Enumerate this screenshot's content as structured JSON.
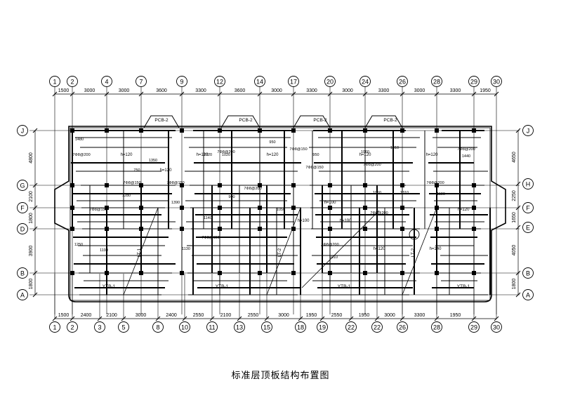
{
  "title": "标准层顶板结构布置图",
  "axes_top": [
    "1",
    "2",
    "4",
    "7",
    "9",
    "12",
    "14",
    "17",
    "20",
    "24",
    "26",
    "28",
    "29",
    "30"
  ],
  "dims_top": [
    "1500",
    "3000",
    "3000",
    "3600",
    "3300",
    "3600",
    "3000",
    "3300",
    "3000",
    "3300",
    "3000",
    "3300",
    "1950"
  ],
  "axes_bottom": [
    "1",
    "2",
    "3",
    "5",
    "8",
    "10",
    "11",
    "13",
    "15",
    "18",
    "19",
    "22",
    "22",
    "26",
    "28",
    "29",
    "30"
  ],
  "dims_bottom": [
    "1500",
    "2400",
    "2100",
    "3000",
    "2400",
    "2550",
    "2100",
    "2550",
    "3000",
    "1950",
    "2550",
    "1950",
    "3000",
    "3300",
    "1950"
  ],
  "axes_left": [
    "J",
    "G",
    "F",
    "D",
    "B",
    "A"
  ],
  "dims_left": [
    "4800",
    "2100",
    "1800",
    "3900",
    "1800"
  ],
  "axes_right": [
    "J",
    "H",
    "F",
    "E",
    "B",
    "A"
  ],
  "dims_right": [
    "4650",
    "2250",
    "1650",
    "4050",
    "1800"
  ],
  "slab_labels": {
    "pcb": [
      "PCB-2",
      "PCB-2",
      "PCB-2",
      "PCB-2"
    ],
    "ytb": [
      "YTB-1",
      "YTB-1",
      "YTB-1",
      "YTB-1"
    ],
    "stair": [
      "LT-1",
      "LT-2",
      "LT-2",
      "LT-3"
    ],
    "thickness": [
      "h=120",
      "h=120",
      "h=120",
      "h=120",
      "h=120",
      "h=120",
      "h=100",
      "h=100",
      "h=100",
      "h=120",
      "h=120",
      "h=140"
    ],
    "rebar": [
      "7Φ8@200",
      "7Φ8@150",
      "7Φ8@200",
      "7Φ8@150",
      "7Φ8@200",
      "7Φ8@200",
      "7Φ8@150",
      "7Φ8@200",
      "7Φ8@150",
      "7Φ8@200",
      "7Φ8@150",
      "7Φ8@200",
      "7Φ8@150",
      "7Φ8@200"
    ],
    "lengths": [
      "1480",
      "1350",
      "1390",
      "1280",
      "1020",
      "1020",
      "950",
      "950",
      "1060",
      "1310",
      "1100",
      "1440",
      "1250",
      "1190",
      "1130",
      "1140",
      "1010",
      "1310",
      "750",
      "1050",
      "1060",
      "900"
    ]
  }
}
